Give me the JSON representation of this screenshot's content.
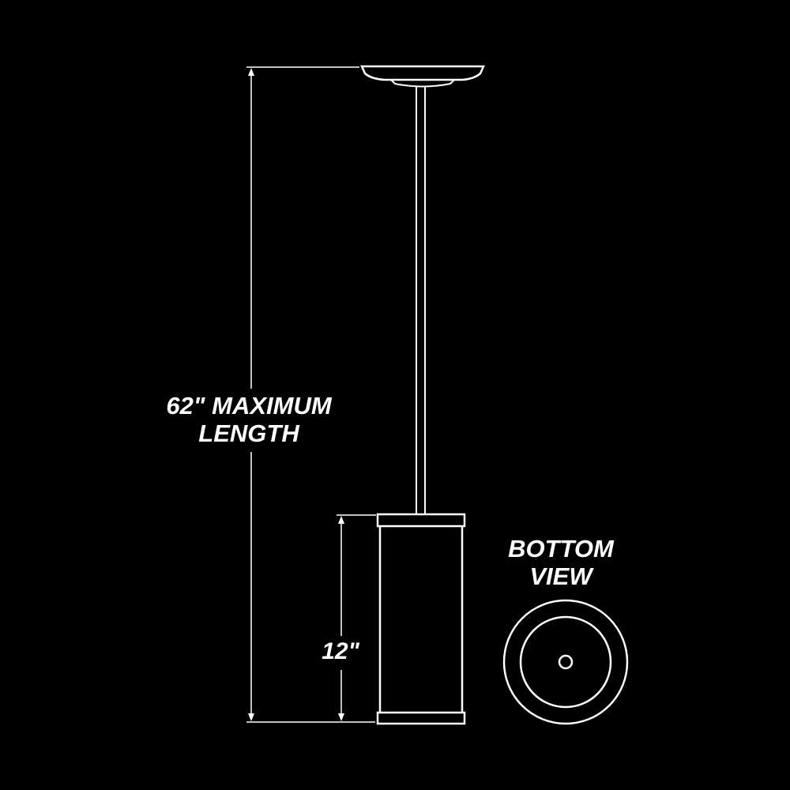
{
  "diagram": {
    "overall_length": {
      "line1": "62\" MAXIMUM",
      "line2": "LENGTH"
    },
    "shade_height": "12\"",
    "bottom_view": {
      "line1": "BOTTOM",
      "line2": "VIEW"
    },
    "colors": {
      "background": "#000000",
      "lines": "#ffffff"
    }
  }
}
